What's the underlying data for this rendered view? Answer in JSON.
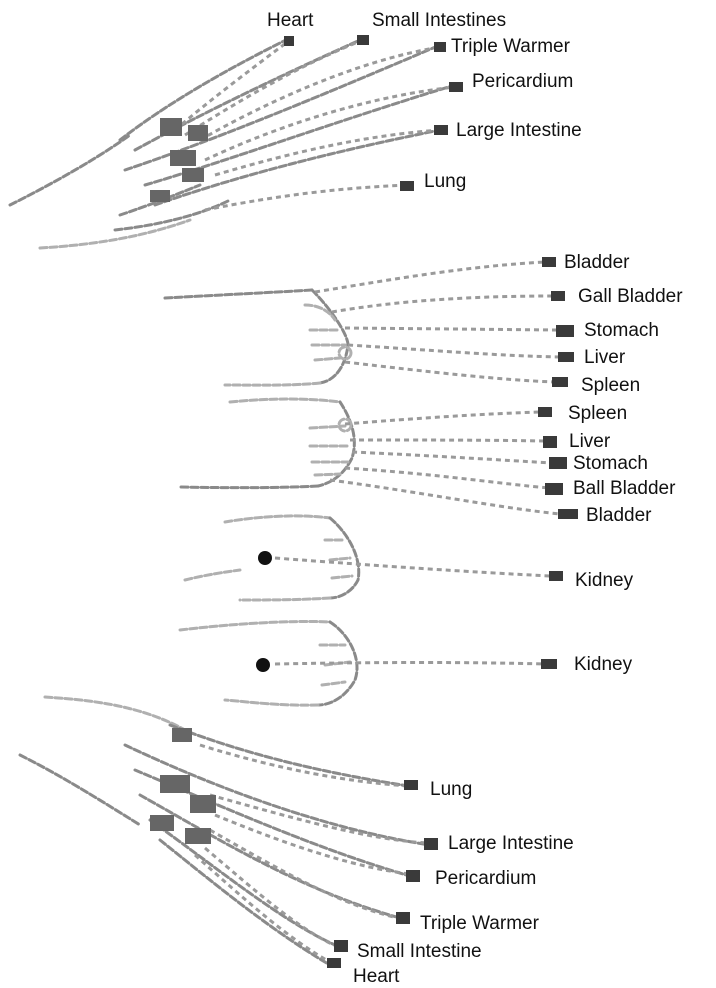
{
  "labels": {
    "hand_top": {
      "heart": "Heart",
      "small_intestines": "Small Intestines",
      "triple_warmer": "Triple Warmer",
      "pericardium": "Pericardium",
      "large_intestine": "Large Intestine",
      "lung": "Lung"
    },
    "foot_top": {
      "bladder": "Bladder",
      "gall_bladder": "Gall Bladder",
      "stomach": "Stomach",
      "liver": "Liver",
      "spleen": "Spleen"
    },
    "foot_bottom": {
      "spleen": "Spleen",
      "liver": "Liver",
      "stomach": "Stomach",
      "ball_bladder": "Ball Bladder",
      "bladder": "Bladder"
    },
    "sole_top": {
      "kidney": "Kidney"
    },
    "sole_bottom": {
      "kidney": "Kidney"
    },
    "hand_bottom": {
      "lung": "Lung",
      "large_intestine": "Large Intestine",
      "pericardium": "Pericardium",
      "triple_warmer": "Triple Warmer",
      "small_intestine": "Small Intestine",
      "heart": "Heart"
    }
  }
}
